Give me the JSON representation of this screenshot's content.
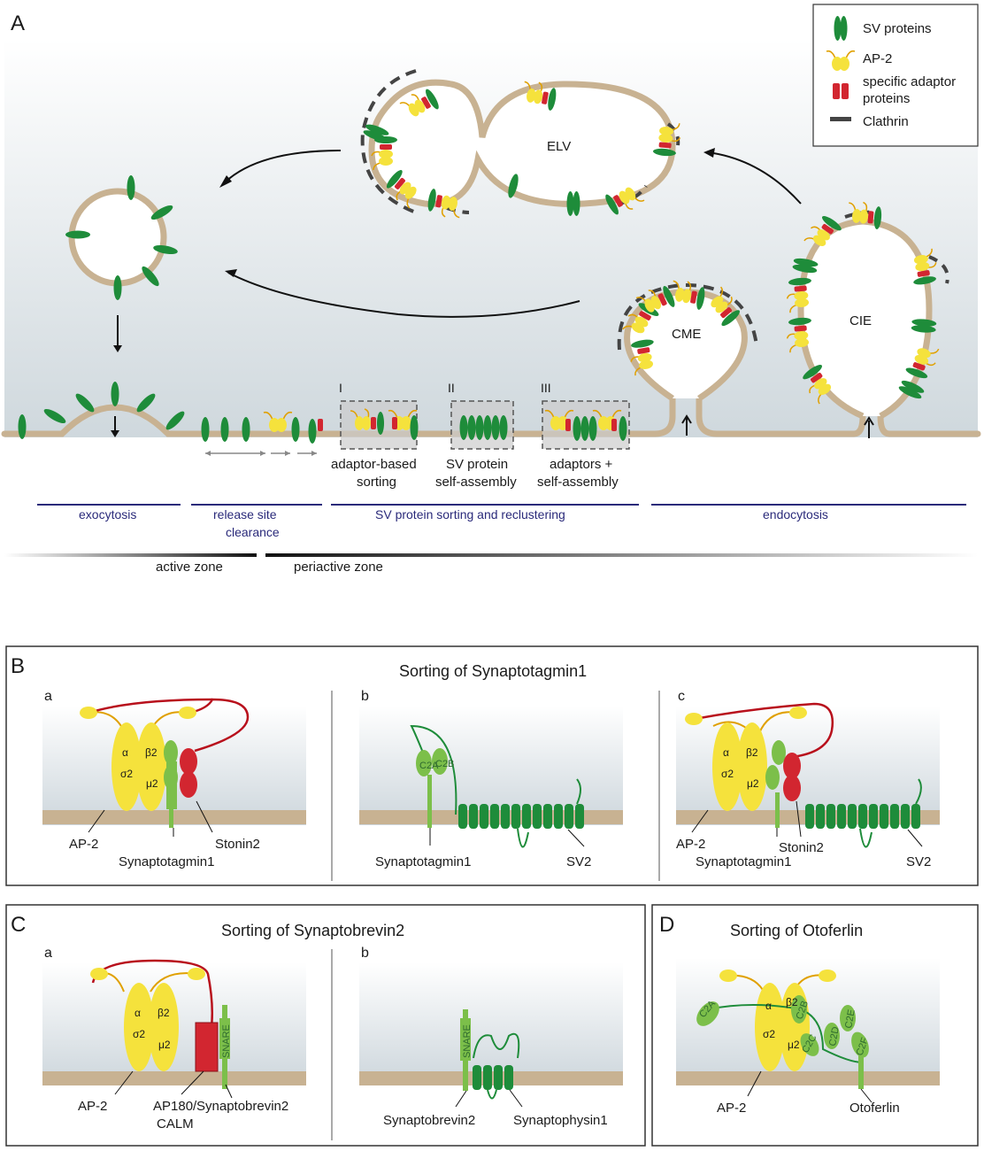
{
  "panels": {
    "A": "A",
    "B": "B",
    "C": "C",
    "D": "D"
  },
  "legend": {
    "items": [
      "SV proteins",
      "AP-2",
      "specific adaptor",
      "proteins",
      "Clathrin"
    ]
  },
  "panel_a": {
    "elv": "ELV",
    "cme": "CME",
    "cie": "CIE",
    "roman": [
      "I",
      "II",
      "III"
    ],
    "sort_labels": [
      [
        "adaptor-based",
        "sorting"
      ],
      [
        "SV protein",
        "self-assembly"
      ],
      [
        "adaptors +",
        "self-assembly"
      ]
    ],
    "stages": {
      "exocytosis": "exocytosis",
      "release_1": "release site",
      "release_2": "clearance",
      "sorting": "SV protein sorting and reclustering",
      "endocytosis": "endocytosis"
    },
    "zones": {
      "active": "active zone",
      "periactive": "periactive zone"
    }
  },
  "panel_b": {
    "title": "Sorting of Synaptotagmin1",
    "sub": [
      "a",
      "b",
      "c"
    ],
    "labels": {
      "ap2": "AP-2",
      "syt1": "Synaptotagmin1",
      "stonin2": "Stonin2",
      "sv2": "SV2"
    }
  },
  "panel_c": {
    "title": "Sorting of Synaptobrevin2",
    "sub": [
      "a",
      "b"
    ],
    "labels": {
      "ap2": "AP-2",
      "ap180_1": "AP180/",
      "ap180_2": "CALM",
      "syb2": "Synaptobrevin2",
      "syp1": "Synaptophysin1"
    }
  },
  "panel_d": {
    "title": "Sorting of Otoferlin",
    "labels": {
      "ap2": "AP-2",
      "otoferlin": "Otoferlin"
    }
  },
  "domains": {
    "alpha": "α",
    "beta2": "β2",
    "sigma2": "σ2",
    "mu2": "μ2",
    "c2a": "C2A",
    "c2b": "C2B",
    "c2c": "C2C",
    "c2d": "C2D",
    "c2e": "C2E",
    "c2f": "C2F",
    "snare": "SNARE"
  },
  "colors": {
    "sv_green": "#1e8c3a",
    "ap2_yellow": "#f5e23c",
    "adaptor_red": "#d22630",
    "membrane": "#c8b292",
    "clathrin": "#444444",
    "stage_blue": "#2a2a7a"
  }
}
